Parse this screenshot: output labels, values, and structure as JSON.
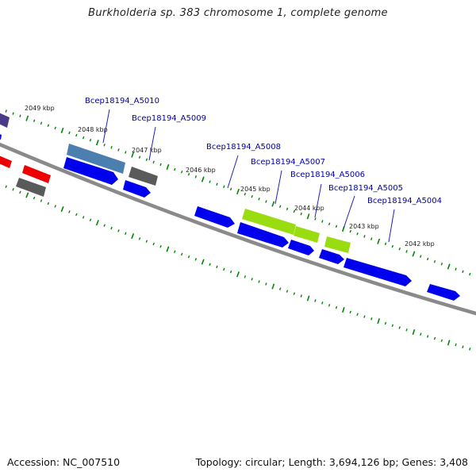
{
  "header": {
    "title": "Burkholderia sp. 383 chromosome 1, complete genome"
  },
  "footer": {
    "accession": "Accession: NC_007510",
    "topology": "Topology: circular; Length: 3,694,126 bp; Genes: 3,408"
  },
  "scale": {
    "ticks": [
      "2049 kbp",
      "2048 kbp",
      "2047 kbp",
      "2046 kbp",
      "2045 kbp",
      "2044 kbp",
      "2043 kbp",
      "2042 kbp"
    ]
  },
  "genes": [
    {
      "label": "Bcep18194_A5010"
    },
    {
      "label": "Bcep18194_A5009"
    },
    {
      "label": "Bcep18194_A5008"
    },
    {
      "label": "Bcep18194_A5007"
    },
    {
      "label": "Bcep18194_A5006"
    },
    {
      "label": "Bcep18194_A5005"
    },
    {
      "label": "Bcep18194_A5004"
    }
  ],
  "colors": {
    "blue": "#0000ee",
    "steel_blue": "#4a7fb0",
    "lime": "#99dd11",
    "gray": "#5a5a5a",
    "red": "#ee0000",
    "purple": "#4a3a8a",
    "backbone": "#7a7a7a",
    "tick": "#008800",
    "label": "#0000aa"
  }
}
